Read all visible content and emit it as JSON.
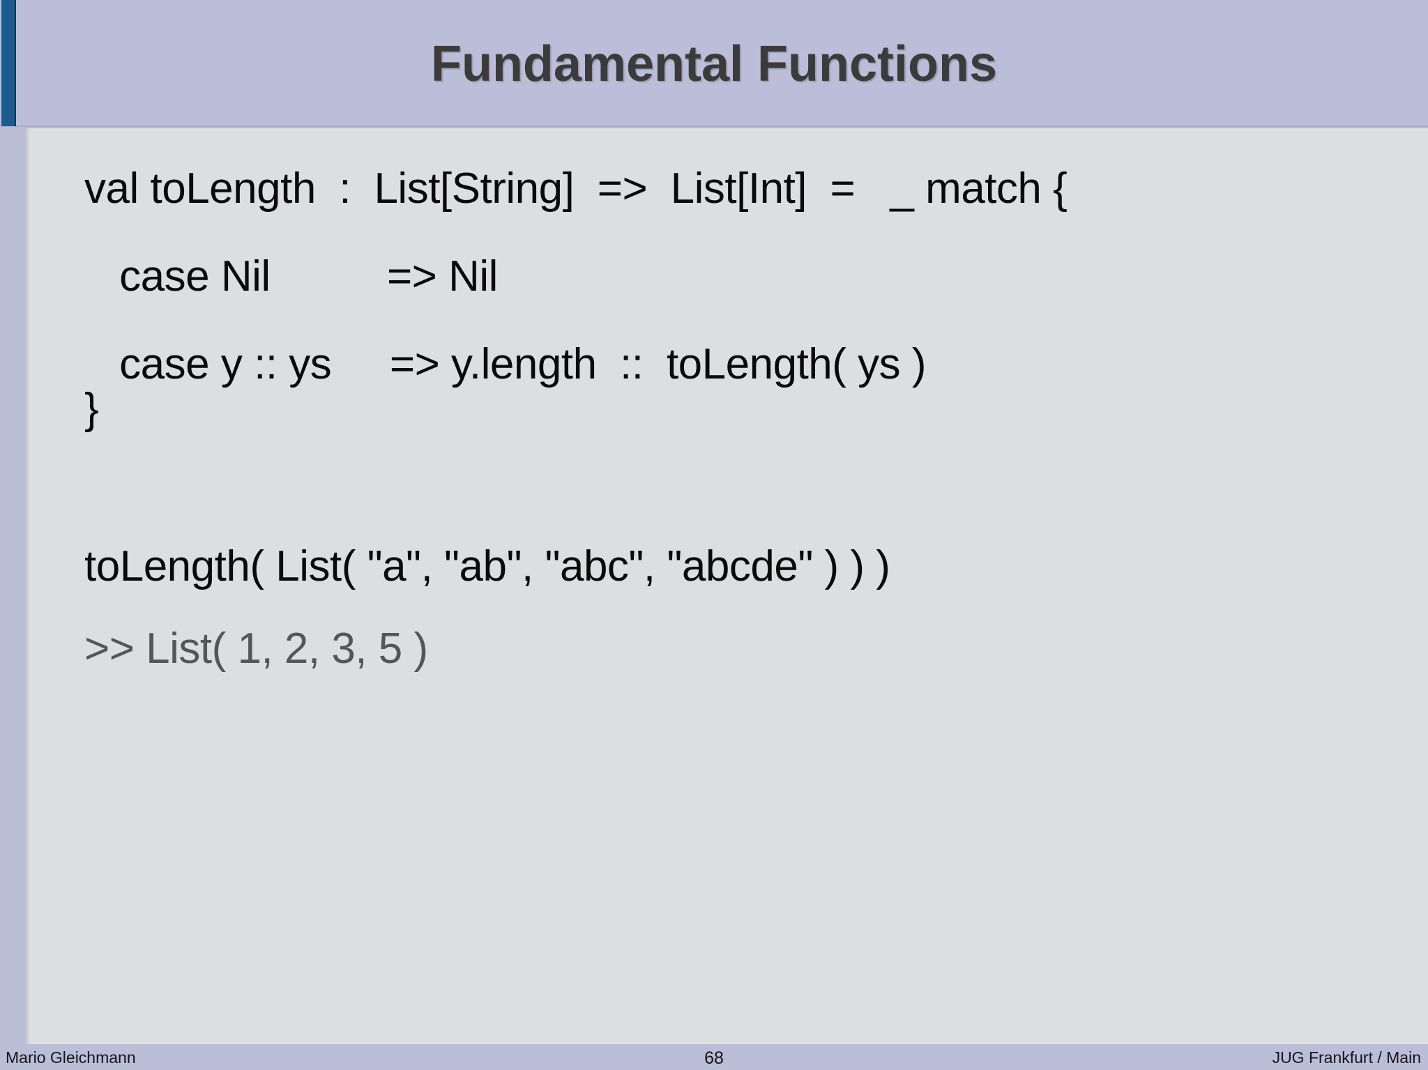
{
  "slide": {
    "title": "Fundamental Functions",
    "accent_color": "#1a5c8f",
    "header_background": "#bcbdd9",
    "panel_background": "#dddee0",
    "footer_background": "#bcbdd6",
    "title_color": "#3b3b3b"
  },
  "code": {
    "signature": "val toLength  :  List[String]  =>  List[Int]  =   _ match {",
    "case_nil": "   case Nil          => Nil",
    "case_cons": "   case y :: ys     => y.length  ::  toLength( ys )",
    "closing_brace": "}",
    "call": "toLength( List( \"a\", \"ab\", \"abc\", \"abcde\" ) ) )",
    "result": ">> List( 1, 2, 3, 5 )",
    "result_color": "#54565a"
  },
  "footer": {
    "author": "Mario Gleichmann",
    "page_number": "68",
    "event": "JUG Frankfurt / Main"
  }
}
